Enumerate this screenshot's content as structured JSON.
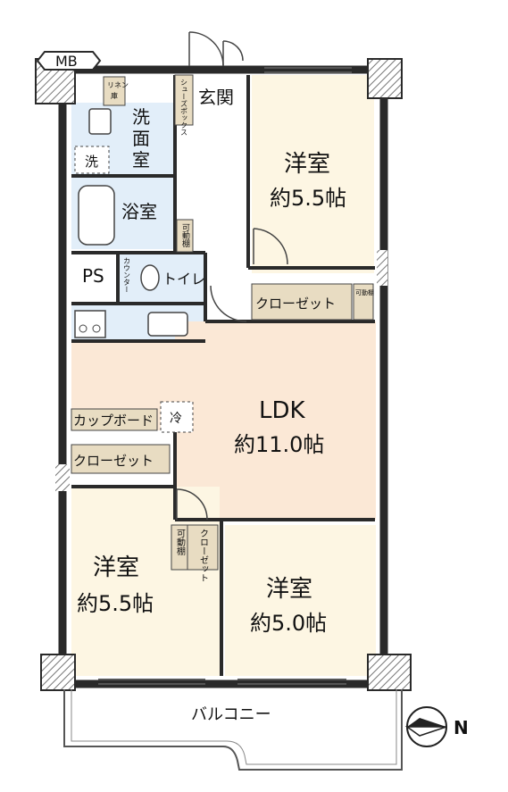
{
  "meter_box": "MB",
  "rooms": {
    "western_top": {
      "name": "洋室",
      "size": "約5.5帖"
    },
    "ldk": {
      "name": "LDK",
      "size": "約11.0帖"
    },
    "western_left": {
      "name": "洋室",
      "size": "約5.5帖"
    },
    "western_right": {
      "name": "洋室",
      "size": "約5.0帖"
    },
    "washroom": "洗面室",
    "bath": "浴室",
    "entrance": "玄関",
    "toilet": "トイレ",
    "pipe_space": "PS"
  },
  "fixtures": {
    "linen": "リネン庫",
    "shoes_box": "シューズボックス",
    "movable_shelf": "可動棚",
    "counter": "カウンター",
    "washer": "洗",
    "fridge": "冷",
    "cupboard": "カップボード",
    "closet": "クローゼット",
    "small_closet": "クローゼット"
  },
  "balcony": "バルコニー",
  "compass": "N",
  "colors": {
    "wall": "#2a2a2a",
    "room": "#fdf6e3",
    "ldk": "#fbe8d6",
    "wet": "#e2eef9",
    "storage": "#e8dcc2",
    "hatch": "#888888"
  }
}
